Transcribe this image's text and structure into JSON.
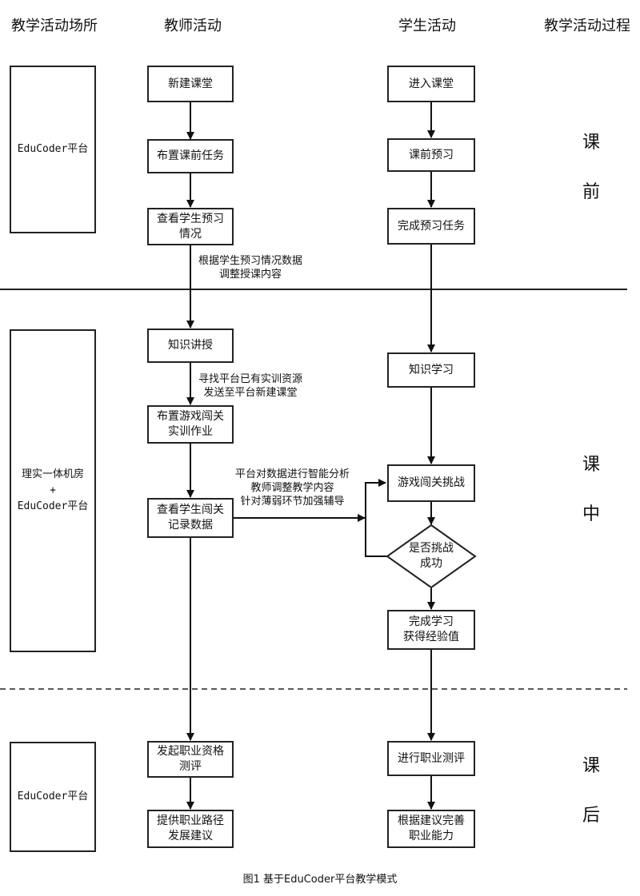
{
  "headers": {
    "venue": "教学活动场所",
    "teacher": "教师活动",
    "student": "学生活动",
    "process": "教学活动过程"
  },
  "venues": {
    "pre": "EduCoder平台",
    "mid_line1": "理实一体机房",
    "mid_line2": "+",
    "mid_line3": "EduCoder平台",
    "post": "EduCoder平台"
  },
  "teacher": {
    "new_class": "新建课堂",
    "assign_preview": "布置课前任务",
    "check_preview_1": "查看学生预习",
    "check_preview_2": "情况",
    "lecture": "知识讲授",
    "assign_game_1": "布置游戏闯关",
    "assign_game_2": "实训作业",
    "check_records_1": "查看学生闯关",
    "check_records_2": "记录数据",
    "launch_eval_1": "发起职业资格",
    "launch_eval_2": "测评",
    "career_path_1": "提供职业路径",
    "career_path_2": "发展建议"
  },
  "student": {
    "enter_class": "进入课堂",
    "preview": "课前预习",
    "finish_preview": "完成预习任务",
    "study": "知识学习",
    "challenge": "游戏闯关挑战",
    "decision_1": "是否挑战",
    "decision_2": "成功",
    "complete_1": "完成学习",
    "complete_2": "获得经验值",
    "career_eval": "进行职业测评",
    "improve_1": "根据建议完善",
    "improve_2": "职业能力"
  },
  "notes": {
    "adjust_1": "根据学生预习情况数据",
    "adjust_2": "调整授课内容",
    "resources_1": "寻找平台已有实训资源",
    "resources_2": "发送至平台新建课堂",
    "analysis_1": "平台对数据进行智能分析",
    "analysis_2": "教师调整教学内容",
    "analysis_3": "针对薄弱环节加强辅导"
  },
  "phases": {
    "pre_1": "课",
    "pre_2": "前",
    "mid_1": "课",
    "mid_2": "中",
    "post_1": "课",
    "post_2": "后"
  },
  "caption": "图1  基于EduCoder平台教学模式"
}
